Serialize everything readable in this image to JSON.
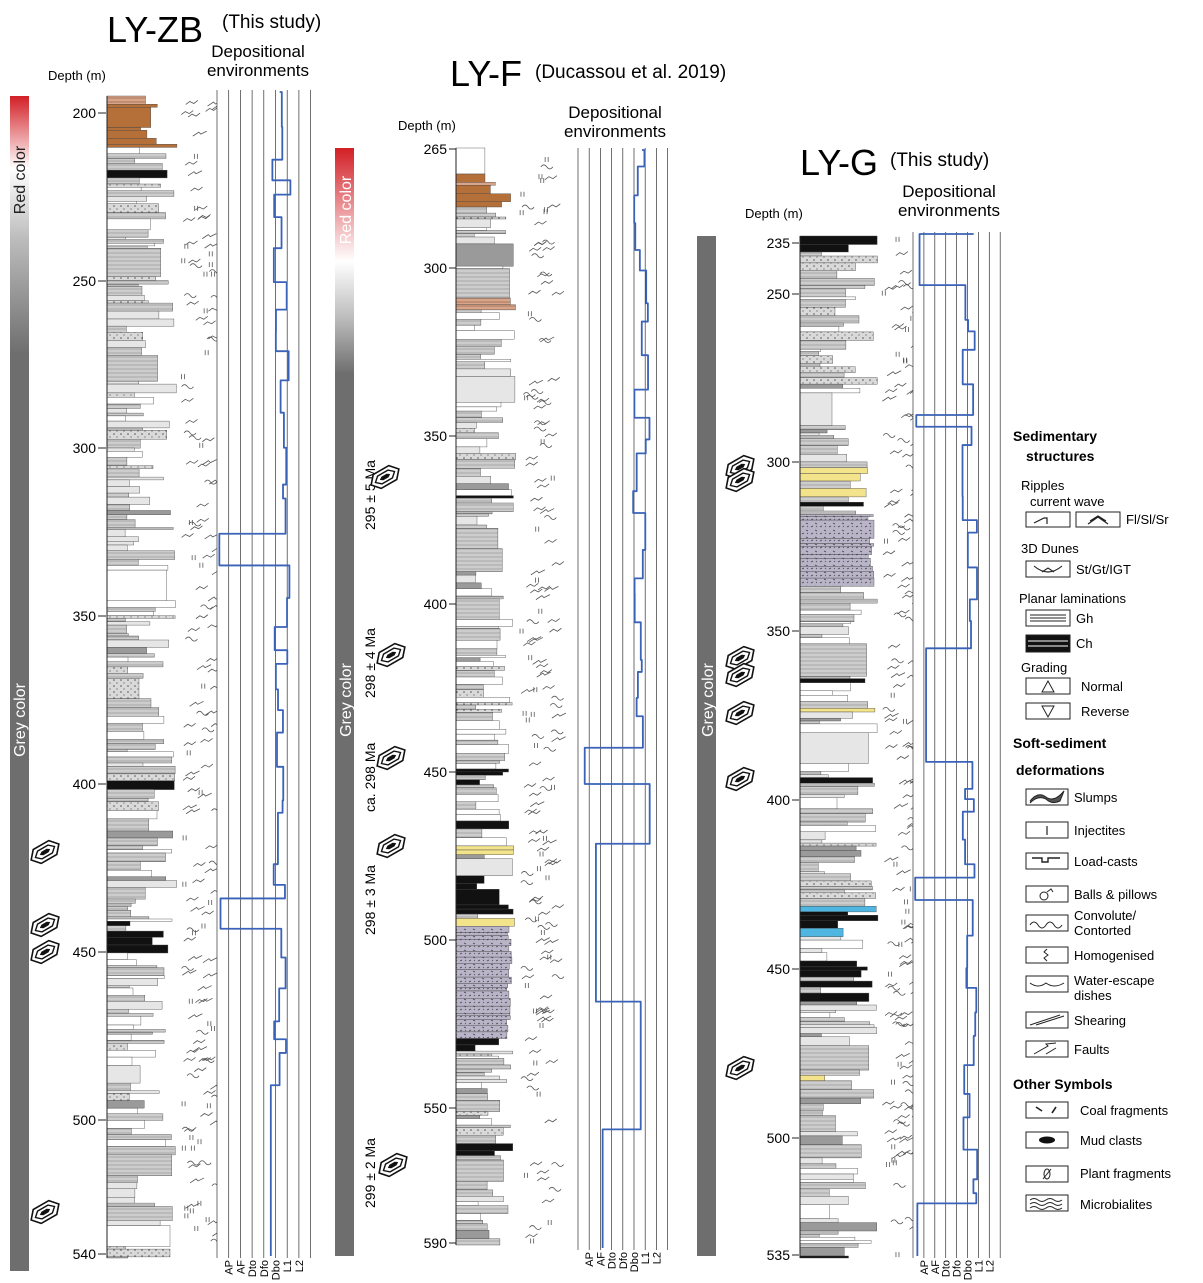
{
  "logs": [
    {
      "id": "ly-zb",
      "title": "LY-ZB",
      "source": "(This study)",
      "env_title": [
        "Depositional",
        "environments"
      ],
      "depth_label": "Depth (m)",
      "depth_ticks": [
        "200",
        "250",
        "300",
        "350",
        "400",
        "450",
        "500",
        "540"
      ],
      "color_bands": [
        {
          "label": "Red color",
          "color": "#d21f26"
        },
        {
          "label": "Grey color",
          "color": "#6e6e6e"
        }
      ],
      "ages": []
    },
    {
      "id": "ly-f",
      "title": "LY-F",
      "source": "(Ducassou et al. 2019)",
      "env_title": [
        "Depositional",
        "environments"
      ],
      "depth_label": "Depth (m)",
      "depth_ticks": [
        "265",
        "300",
        "350",
        "400",
        "450",
        "500",
        "550",
        "590"
      ],
      "color_bands": [
        {
          "label": "Red color",
          "color": "#d21f26"
        },
        {
          "label": "Grey color",
          "color": "#6e6e6e"
        }
      ],
      "ages": [
        "295 ± 5 Ma",
        "298 ± 4 Ma",
        "ca. 298 Ma",
        "298 ± 3 Ma",
        "299 ± 2 Ma"
      ]
    },
    {
      "id": "ly-g",
      "title": "LY-G",
      "source": "(This study)",
      "env_title": [
        "Depositional",
        "environments"
      ],
      "depth_label": "Depth (m)",
      "depth_ticks": [
        "235",
        "250",
        "300",
        "350",
        "400",
        "450",
        "500",
        "535"
      ],
      "color_bands": [
        {
          "label": "Grey color",
          "color": "#6e6e6e"
        }
      ],
      "ages": []
    }
  ],
  "env_columns": [
    "AP",
    "AF",
    "Dto",
    "Dfo",
    "Dbo",
    "L1",
    "L2"
  ],
  "colors": {
    "env_line": "#3a62b8",
    "grid": "#333333",
    "red_band": "#d21f26",
    "grey_band": "#6e6e6e",
    "log_sand": "#c6c6c6",
    "log_tuff": "#b9b4c8",
    "log_coal": "#111111",
    "log_red": "#b5703a",
    "log_yellow": "#f3e38b",
    "log_blue": "#4fb6e2"
  },
  "legend": {
    "sed_title": "Sedimentary",
    "sed_title2": "structures",
    "ripples_title": "Ripples",
    "ripples_sub": "current wave",
    "ripples_code": "Fl/Sl/Sr",
    "dunes_title": "3D Dunes",
    "dunes_code": "St/Gt/IGT",
    "planar_title": "Planar laminations",
    "gh": "Gh",
    "ch": "Ch",
    "grading_title": "Grading",
    "normal": "Normal",
    "reverse": "Reverse",
    "soft_title": "Soft-sediment",
    "soft_title2": "deformations",
    "soft_items": [
      "Slumps",
      "Injectites",
      "Load-casts",
      "Balls & pillows",
      "Convolute/",
      "Homogenised",
      "Water-escape",
      "Shearing",
      "Faults"
    ],
    "convolute_2": "Contorted",
    "water_2": "dishes",
    "other_title": "Other Symbols",
    "other_items": [
      "Coal fragments",
      "Mud clasts",
      "Plant fragments",
      "Microbialites"
    ]
  }
}
